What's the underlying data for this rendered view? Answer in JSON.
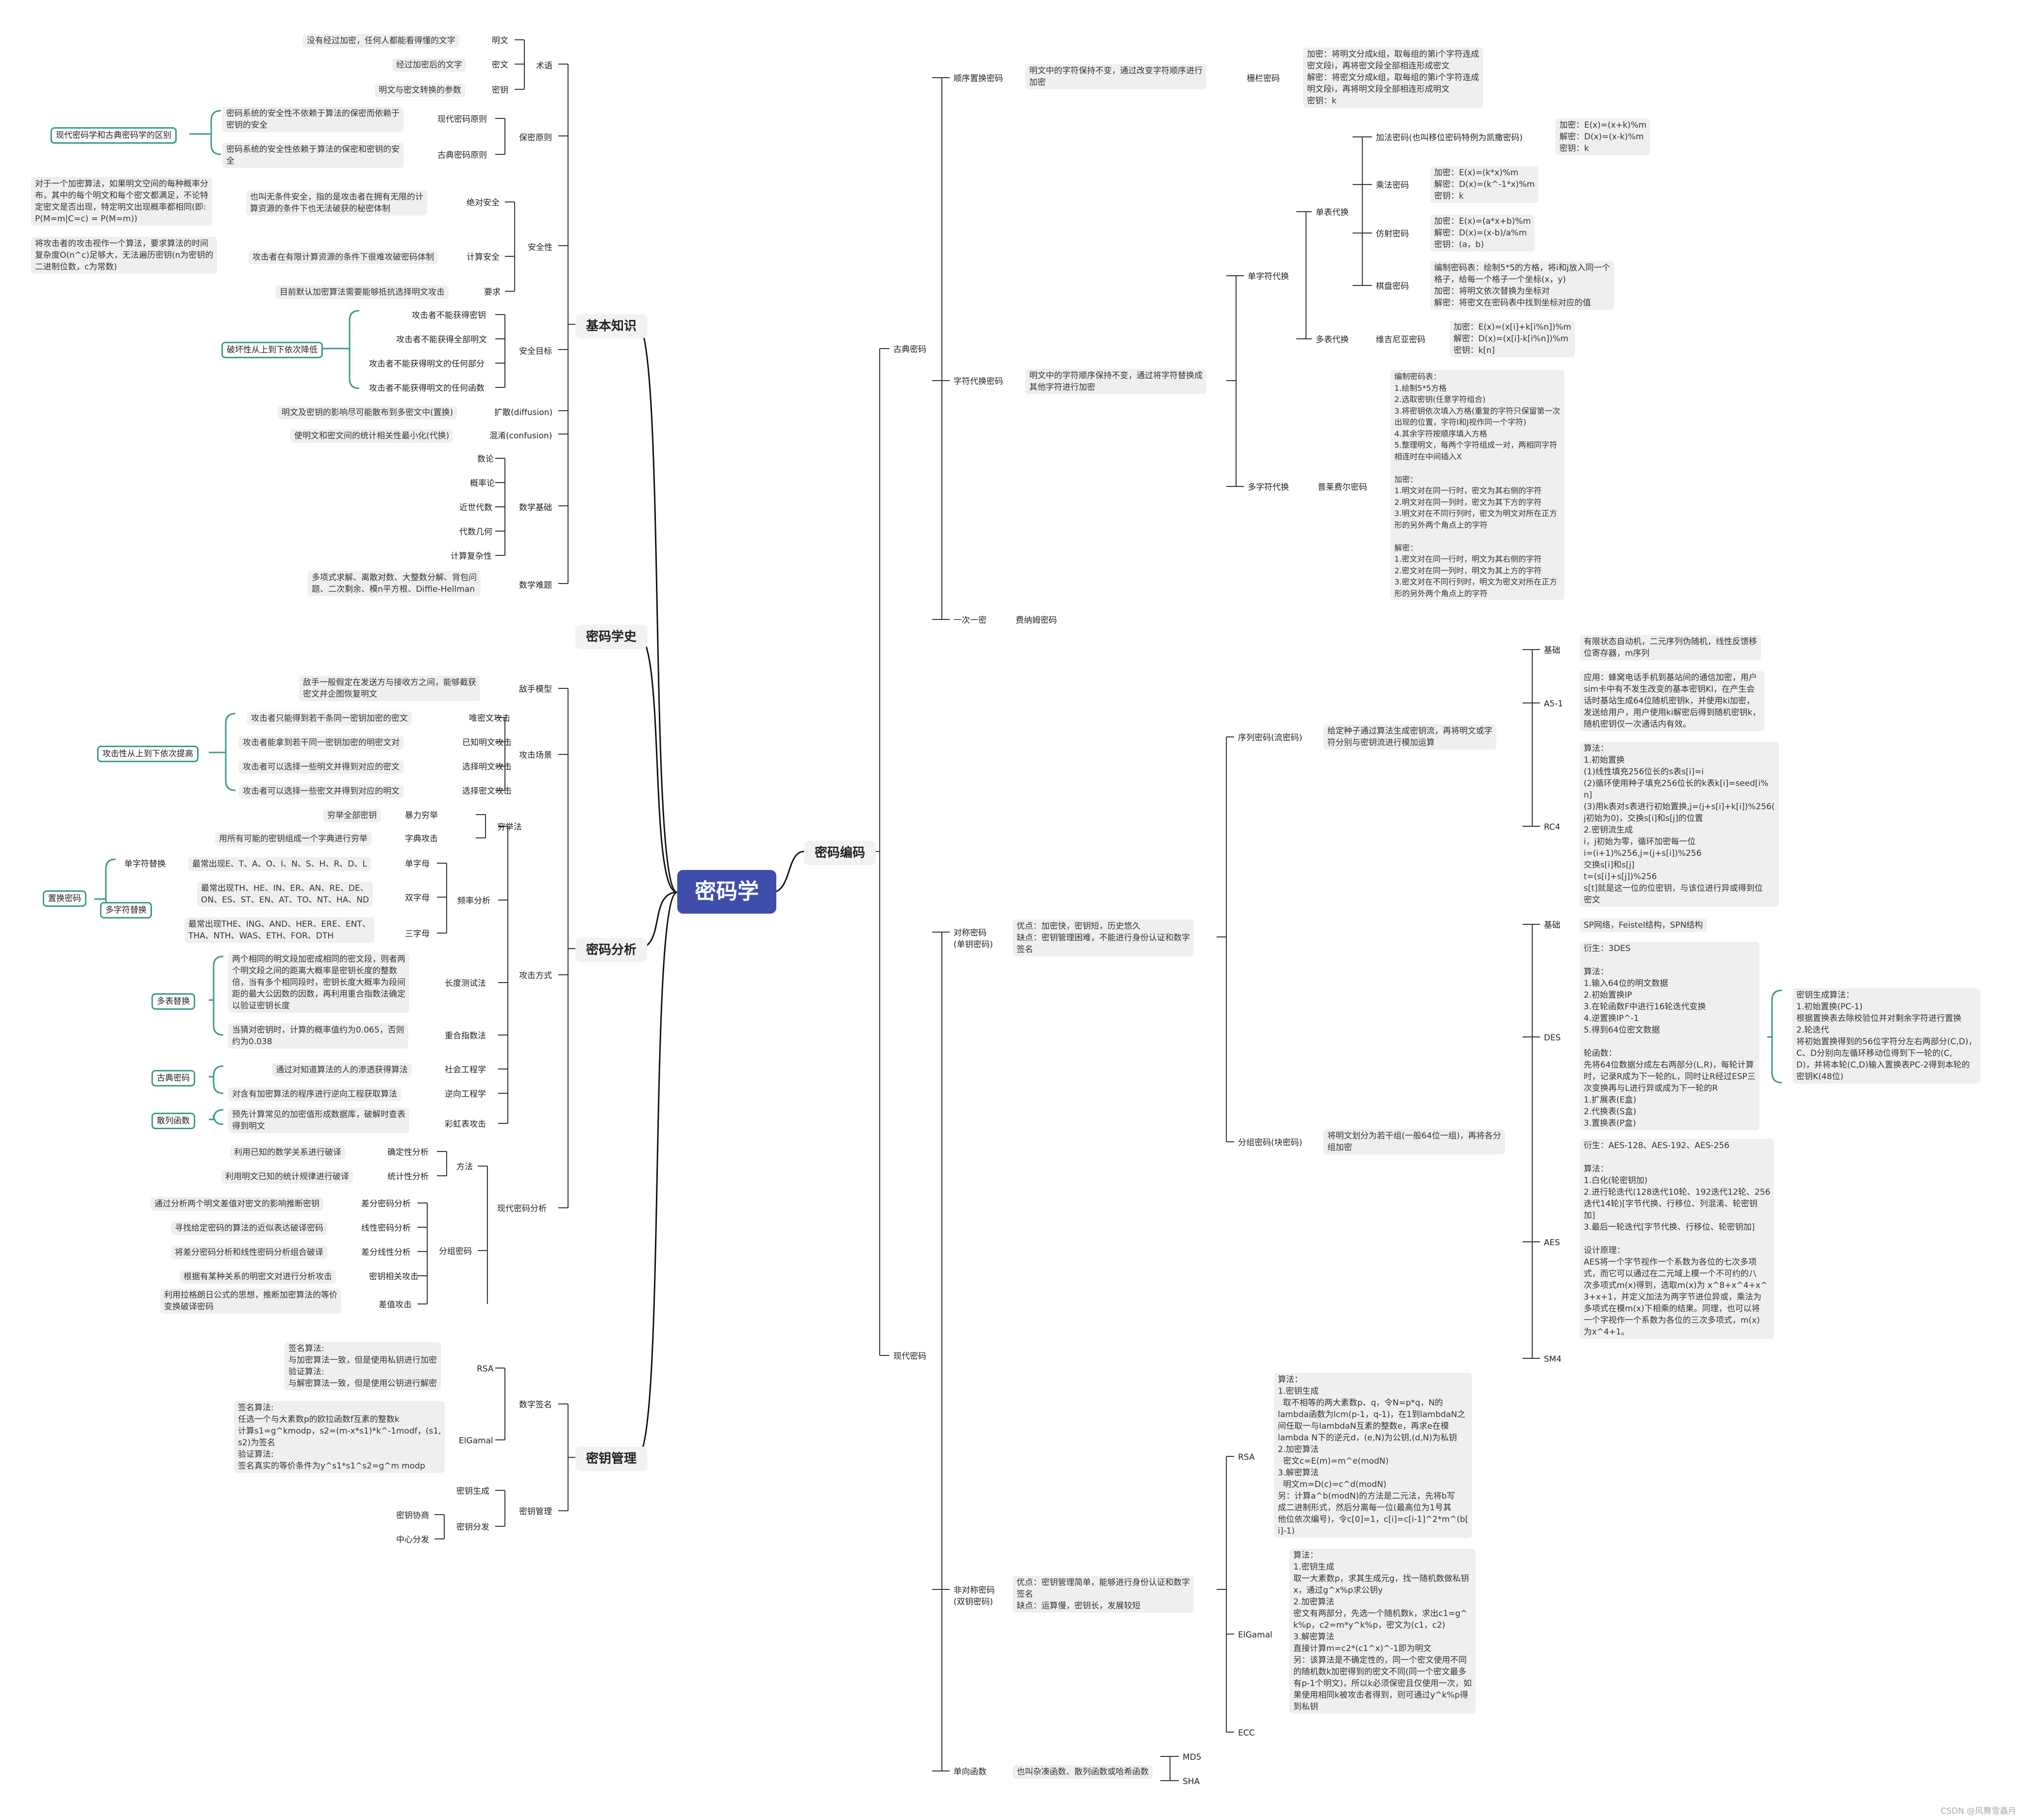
{
  "root": "密码学",
  "footer": "CSDN @风舞雪蟲月",
  "n": {
    "jb": "基本知识",
    "sy": "术语",
    "mw": "明文",
    "mw_d": "没有经过加密，任何人都能看得懂的文字",
    "miw": "密文",
    "miw_d": "经过加密后的文字",
    "my": "密钥",
    "my_d": "明文与密文转换的参数",
    "bm": "保密原则",
    "xd": "现代密码原则",
    "xd_d": "密码系统的安全性不依赖于算法的保密而依赖于\n密钥的安全",
    "gd": "古典密码原则",
    "gd_d": "密码系统的安全性依赖于算法的保密和密钥的安\n全",
    "bm_note": "现代密码学和古典密码学的区别",
    "aq": "安全性",
    "jd": "绝对安全",
    "jd_d": "也叫无条件安全，指的是攻击者在拥有无限的计\n算资源的条件下也无法破获的秘密体制",
    "jd_n": "对于一个加密算法，如果明文空间的每种概率分\n布，其中的每个明文和每个密文都满足，不论特\n定密文是否出现，特定明文出现概率都相同(即:\nP(M=m|C=c) = P(M=m))",
    "js": "计算安全",
    "js_d": "攻击者在有限计算资源的条件下很难攻破密码体制",
    "js_n": "将攻击者的攻击视作一个算法，要求算法的时间\n复杂度O(n^c)足够大，无法遍历密钥(n为密钥的\n二进制位数，c为常数)",
    "yq": "要求",
    "yq_d": "目前默认加密算法需要能够抵抗选择明文攻击",
    "mb": "安全目标",
    "mb1": "攻击者不能获得密钥",
    "mb2": "攻击者不能获得全部明文",
    "mb3": "攻击者不能获得明文的任何部分",
    "mb4": "攻击者不能获得明文的任何函数",
    "mb_note": "破坏性从上到下依次降低",
    "ks": "扩散(diffusion)",
    "ks_d": "明文及密钥的影响尽可能散布到多密文中(置换)",
    "hx": "混淆(confusion)",
    "hx_d": "使明文和密文间的统计相关性最小化(代换)",
    "sx": "数学基础",
    "sx1": "数论",
    "sx2": "概率论",
    "sx3": "近世代数",
    "sx4": "代数几何",
    "sx5": "计算复杂性",
    "sn": "数学难题",
    "sn_d": "多项式求解、离散对数、大整数分解、背包问\n题、二次剩余、模n平方根、Diffie-Hellman",
    "mxs": "密码学史",
    "fx": "密码分析",
    "dr": "敌手模型",
    "dr_d": "敌手一般假定在发送方与接收方之间，能够截获\n密文并企图恢复明文",
    "cj": "攻击场景",
    "cj1": "唯密文攻击",
    "cj1_d": "攻击者只能得到若干条同一密钥加密的密文",
    "cj2": "已知明文攻击",
    "cj2_d": "攻击者能拿到若干同一密钥加密的明密文对",
    "cj3": "选择明文攻击",
    "cj3_d": "攻击者可以选择一些明文并得到对应的密文",
    "cj4": "选择密文攻击",
    "cj4_d": "攻击者可以选择一些密文并得到对应的明文",
    "cj_note": "攻击性从上到下依次提高",
    "fs": "攻击方式",
    "qj": "穷举法",
    "qj1": "暴力穷举",
    "qj1_d": "穷举全部密钥",
    "qj2": "字典攻击",
    "qj2_d": "用所有可能的密钥组成一个字典进行穷举",
    "pl": "频率分析",
    "pl1": "单字母",
    "pl1_d": "最常出现E、T、A、O、I、N、S、H、R、D、L",
    "pl2": "双字母",
    "pl2_d": "最常出现TH、HE、IN、ER、AN、RE、DE、\nON、ES、ST、EN、AT、TO、NT、HA、ND",
    "pl3": "三字母",
    "pl3_d": "最常出现THE、ING、AND、HER、ERE、ENT、\nTHA、NTH、WAS、ETH、FOR、DTH",
    "dzfth": "单字符替换",
    "dzfth2": "多字符替换",
    "zh": "置换密码",
    "cd": "长度测试法",
    "cd_d": "两个相同的明文段加密成相同的密文段，则者两\n个明文段之间的距离大概率是密钥长度的整数\n倍，当有多个相同段时，密钥长度大概率为段间\n距的最大公因数的因数，再利用重合指数法确定\n以验证密钥长度",
    "ch": "重合指数法",
    "ch_d": "当猜对密钥时，计算的概率值约为0.065，否则\n约为0.038",
    "dbth": "多表替换",
    "sh": "社会工程学",
    "sh_d": "通过对知道算法的人的渗透获得算法",
    "nx": "逆向工程学",
    "nx_d": "对含有加密算法的程序进行逆向工程获取算法",
    "gd_tag": "古典密码",
    "cb": "彩虹表攻击",
    "cb_d": "预先计算常见的加密值形成数据库，破解时查表\n得到明文",
    "sl": "散列函数",
    "xdfx": "现代密码分析",
    "ff": "方法",
    "qdx": "确定性分析",
    "qdx_d": "利用已知的数学关系进行破译",
    "tjx": "统计性分析",
    "tjx_d": "利用明文已知的统计规律进行破译",
    "fz": "分组密码",
    "fz1": "差分密码分析",
    "fz1_d": "通过分析两个明文差值对密文的影响推断密钥",
    "fz2": "线性密码分析",
    "fz2_d": "寻找给定密码的算法的近似表达破译密码",
    "fz3": "差分线性分析",
    "fz3_d": "将差分密码分析和线性密码分析组合破译",
    "fz4": "密钥相关攻击",
    "fz4_d": "根据有某种关系的明密文对进行分析攻击",
    "fz5": "差值攻击",
    "fz5_d": "利用拉格朗日公式的思想，推断加密算法的等价\n变换破译密码",
    "gl": "密钥管理",
    "sq": "数字签名",
    "rsa": "RSA",
    "rsa_d": "签名算法:\n与加密算法一致，但是使用私钥进行加密\n验证算法:\n与解密算法一致，但是使用公钥进行解密",
    "elg": "ElGamal",
    "elg_d": "签名算法:\n任选一个与大素数p的欧拉函数f互素的整数k\n计算s1=g^kmodp，s2=(m-x*s1)*k^-1modf，(s1,\ns2)为签名\n验证算法:\n签名真实的等价条件为y^s1*s1^s2=g^m modp",
    "mg": "密钥管理",
    "mg1": "密钥生成",
    "mg2": "密钥分发",
    "mg3": "密钥协商",
    "mg4": "中心分发",
    "bm2": "密码编码",
    "gd2": "古典密码",
    "sx_th": "顺序置换密码",
    "sx_th_d": "明文中的字符保持不变，通过改变字符顺序进行\n加密",
    "zl": "栅栏密码",
    "zl_d": "加密：将明文分成k组，取每组的第i个字符连成\n密文段i，再将密文段全部相连形成密文\n解密：将密文分成k组，取每组的第i个字符连成\n明文段i，再将明文段全部相连形成明文\n密钥：k",
    "zf": "字符代换密码",
    "zf_d": "明文中的字符顺序保持不变，通过将字符替换成\n其他字符进行加密",
    "dzt": "单字符代换",
    "dbt": "单表代换",
    "jf": "加法密码(也叫移位密码特例为凯撒密码)",
    "jf_d": "加密：E(x)=(x+k)%m\n解密：D(x)=(x-k)%m\n密钥：k",
    "cf": "乘法密码",
    "cf_d": "加密：E(x)=(k*x)%m\n解密：D(x)=(k^-1*x)%m\n密钥：k",
    "fs2": "仿射密码",
    "fs2_d": "加密：E(x)=(a*x+b)%m\n解密：D(x)=(x-b)/a%m\n密钥：(a，b)",
    "qp": "棋盘密码",
    "qp_d": "编制密码表：绘制5*5的方格，将i和j放入同一个\n格子，给每一个格子一个坐标(x，y)\n加密：将明文依次替换为坐标对\n解密：将密文在密码表中找到坐标对应的值",
    "dbt2": "多表代换",
    "wj": "维吉尼亚密码",
    "wj_d": "加密：E(x)=(x[i]+k[i%n])%m\n解密：D(x)=(x[i]-k[i%n])%m\n密钥：k[n]",
    "dzft": "多字符代换",
    "pl_f": "普莱费尔密码",
    "pl_f_d": "编制密码表：\n1.绘制5*5方格\n2.选取密钥(任意字符组合)\n3.将密钥依次填入方格(重复的字符只保留第一次\n出现的位置，字符I和J视作同一个字符)\n4.其余字符按顺序填入方格\n5.整理明文，每两个字符组成一对，两相同字符\n相连时在中间插入X\n\n加密：\n1.明文对在同一行时，密文为其右侧的字符\n2.明文对在同一列时，密文为其下方的字符\n3.明文对在不同行列时，密文为明文对所在正方\n形的另外两个角点上的字符\n\n解密：\n1.密文对在同一行时，明文为其右侧的字符\n2.密文对在同一列时，明文为其上方的字符\n3.密文对在不同行列时，明文为密文对所在正方\n形的另外两个角点上的字符",
    "yc": "一次一密",
    "fj": "费纳姆密码",
    "xd2": "现代密码",
    "dc": "对称密码\n(单钥密码)",
    "dc_d": "优点：加密快，密钥短，历史悠久\n缺点：密钥管理困难，不能进行身份认证和数字\n签名",
    "xl": "序列密码(流密码)",
    "xl_d": "给定种子通过算法生成密钥流，再将明文或字\n符分别与密钥流进行模加运算",
    "jc": "基础",
    "jc_d": "有限状态自动机，二元序列伪随机，线性反馈移\n位寄存器，m序列",
    "a5": "A5-1",
    "a5_d": "应用：蜂窝电话手机到基站间的通信加密，用户\nsim卡中有不发生改变的基本密钥KI，在产生会\n话时基站生成64位随机密钥k，并使用ki加密，\n发送给用户，用户使用ki解密后得到随机密钥k，\n随机密钥仅一次通话内有效。",
    "rc4": "RC4",
    "rc4_d": "算法：\n1.初始置换\n(1)线性填充256位长的s表s[i]=i\n(2)循环使用种子填充256位长的k表k[i]=seed[i%\nn]\n(3)用k表对s表进行初始置换,j=(j+s[i]+k[i])%256(\nj初始为0)，交换s[i]和s[j]的位置\n2.密钥流生成\ni，j初始为零，循环加密每一位\ni=(i+1)%256,j=(j+s[i])%256\n交换s[i]和s[j]\nt=(s[i]+s[j])%256\ns[t]就是这一位的位密钥，与该位进行异或得到位\n密文",
    "fz_m": "分组密码(块密码)",
    "fz_m_d": "将明文划分为若干组(一般64位一组)，再将各分\n组加密",
    "jc2": "基础",
    "jc2_d": "SP网络，Feistel结构，SPN结构",
    "des": "DES",
    "des_d": "衍生：3DES\n\n算法：\n1.输入64位的明文数据\n2.初始置换IP\n3.在轮函数F中进行16轮迭代变换\n4.逆置换IP^-1\n5.得到64位密文数据\n\n轮函数：\n先将64位数据分成左右两部分(L,R)，每轮计算\n时，记录R成为下一轮的L，同时让R经过ESP三\n次变换再与L进行异或成为下一轮的R\n1.扩展表(E盒)\n2.代换表(S盒)\n3.置换表(P盒)",
    "des_k": "密钥生成算法：\n1.初始置换(PC-1)\n根据置换表去除校验位并对剩余字符进行置换\n2.轮迭代\n将初始置换得到的56位字符分左右两部分(C,D)，\nC、D分别向左循环移动位得到下一轮的(C,\nD)，并将本轮(C,D)输入置换表PC-2得到本轮的\n密钥K(48位)",
    "aes": "AES",
    "aes_d": "衍生：AES-128、AES-192、AES-256\n\n算法：\n1.白化(轮密钥加)\n2.进行轮迭代(128迭代10轮、192迭代12轮、256\n迭代14轮)[字节代换、行移位、列混淆、轮密钥\n加]\n3.最后一轮迭代[字节代换、行移位、轮密钥加]\n\n设计原理：\nAES将一个字节视作一个系数为各位的七次多项\n式，而它可以通过在二元域上模一个不可约的八\n次多项式m(x)得到，选取m(x)为 x^8+x^4+x^\n3+x+1，并定义加法为两字节进位异或，乘法为\n多项式在模m(x)下相乘的结果。同理，也可以将\n一个字视作一个系数为各位的三次多项式，m(x)\n为x^4+1。",
    "sm4": "SM4",
    "fdc": "非对称密码\n(双钥密码)",
    "fdc_d": "优点：密钥管理简单，能够进行身份认证和数字\n签名\n缺点：运算慢，密钥长，发展较短",
    "rsa2": "RSA",
    "rsa2_d": "算法：\n1.密钥生成\n  取不相等的两大素数p、q，令N=p*q，N的\nlambda函数为lcm(p-1，q-1)，在1到lambdaN之\n间任取一与lambdaN互素的整数e，再求e在模\nlambda N下的逆元d，(e,N)为公钥,(d,N)为私钥\n2.加密算法\n  密文c=E(m)=m^e(modN)\n3.解密算法\n  明文m=D(c)=c^d(modN)\n另：计算a^b(modN)的方法是二元法，先将b写\n成二进制形式，然后分离每一位(最高位为1号其\n他位依次编号)，令c[0]=1，c[i]=c[i-1]^2*m^(b[\ni]-1)",
    "elg2": "ElGamal",
    "elg2_d": "算法：\n1.密钥生成\n取一大素数p，求其生成元g，找一随机数做私钥\nx，通过g^x%p求公钥y\n2.加密算法\n密文有两部分，先选一个随机数k，求出c1=g^\nk%p，c2=m*y^k%p，密文为(c1，c2)\n3.解密算法\n直接计算m=c2*(c1^x)^-1即为明文\n另：该算法是不确定性的，同一个密文使用不同\n的随机数k加密得到的密文不同(同一个密文最多\n有p-1个明文)，所以k必须保密且仅使用一次，如\n果使用相同k被攻击者得到，则可通过y^k%p得\n到私钥",
    "ecc": "ECC",
    "dx": "单向函数",
    "dx_d": "也叫杂凑函数、散列函数或哈希函数",
    "md5": "MD5",
    "sha": "SHA"
  }
}
